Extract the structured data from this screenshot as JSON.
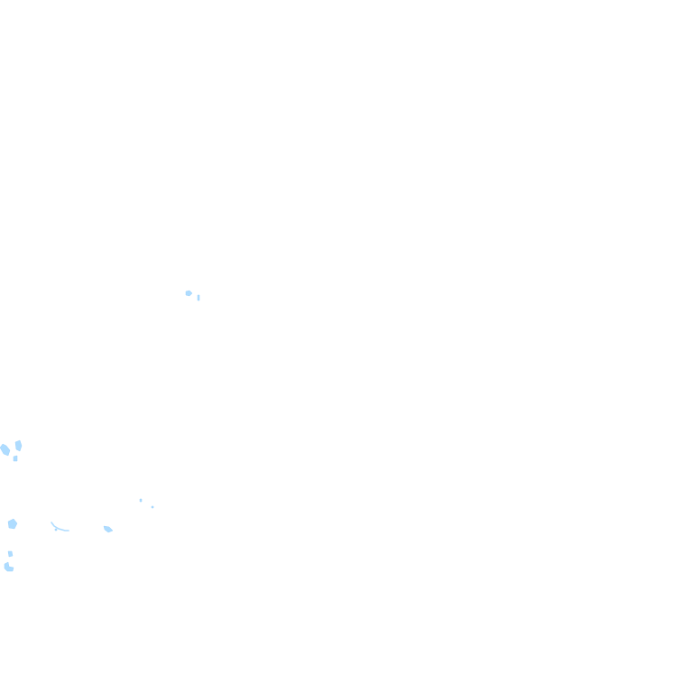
{
  "map": {
    "background_color": "#ffffff",
    "water_color": "#aedcff",
    "water_stroke_color": "#9fd2fb",
    "features": [
      {
        "kind": "pond"
      },
      {
        "kind": "pond"
      },
      {
        "kind": "pond"
      },
      {
        "kind": "pond"
      },
      {
        "kind": "pond"
      },
      {
        "kind": "pond"
      },
      {
        "kind": "pond"
      },
      {
        "kind": "pond"
      },
      {
        "kind": "stream"
      },
      {
        "kind": "pond"
      },
      {
        "kind": "pond"
      },
      {
        "kind": "pond"
      },
      {
        "kind": "pond"
      }
    ]
  }
}
